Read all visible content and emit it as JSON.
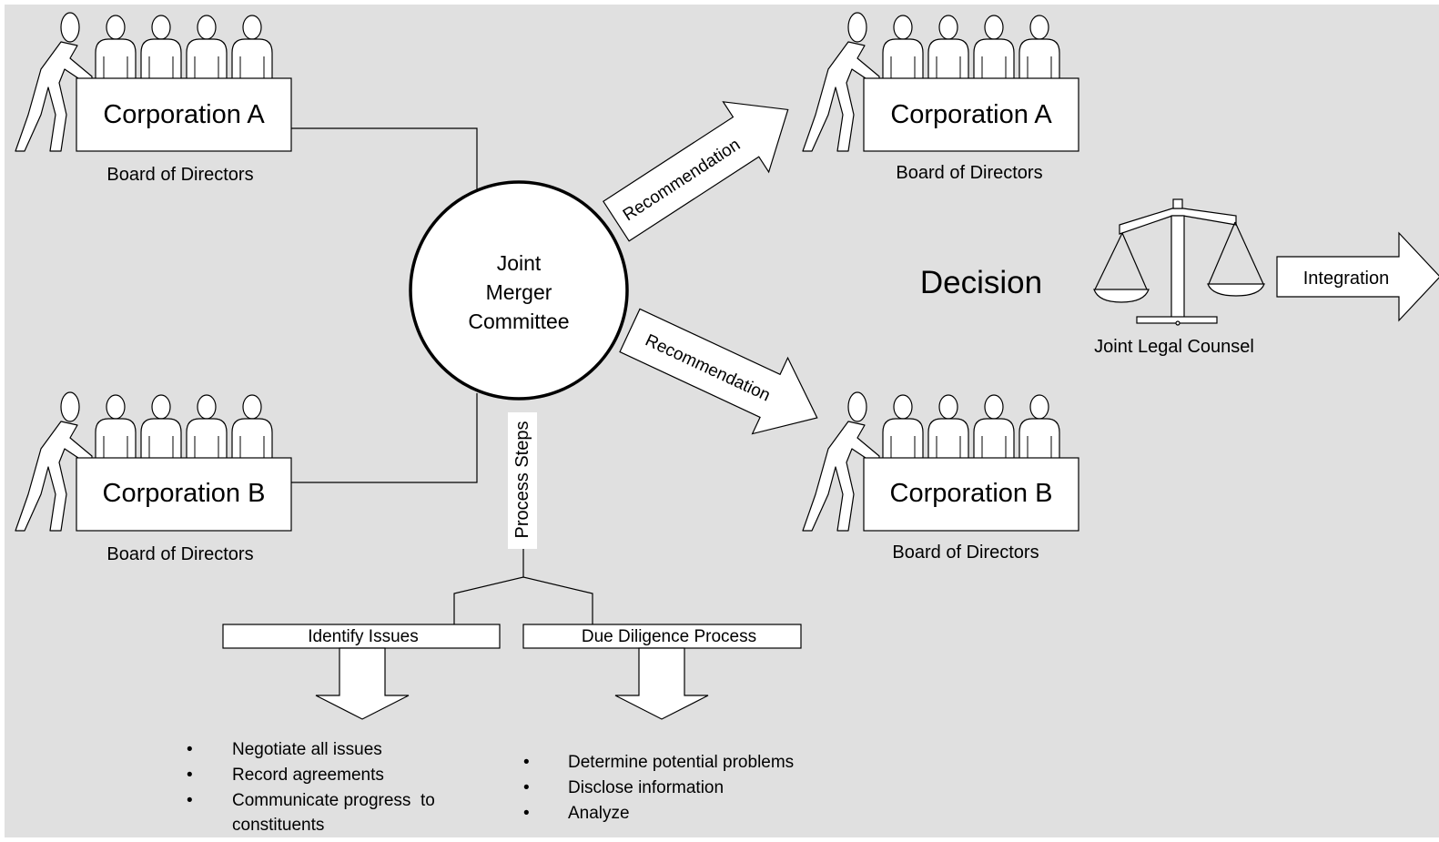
{
  "left_boards": [
    {
      "corporation": "Corporation A",
      "caption": "Board of Directors"
    },
    {
      "corporation": "Corporation B",
      "caption": "Board of Directors"
    }
  ],
  "right_boards": [
    {
      "corporation": "Corporation A",
      "caption": "Board of Directors"
    },
    {
      "corporation": "Corporation B",
      "caption": "Board of Directors"
    }
  ],
  "committee": {
    "lines": [
      "Joint",
      "Merger",
      "Committee"
    ]
  },
  "recommendation_arrows": [
    "Recommendation",
    "Recommendation"
  ],
  "decision_label": "Decision",
  "legal_counsel_label": "Joint Legal Counsel",
  "integration_label": "Integration",
  "process_steps_label": "Process Steps",
  "steps": [
    {
      "title": "Identify Issues",
      "bullets": [
        "Negotiate all issues",
        "Record agreements",
        "Communicate progress  to",
        "constituents"
      ]
    },
    {
      "title": "Due Diligence Process",
      "bullets": [
        "Determine potential problems",
        "Disclose information",
        "Analyze"
      ]
    }
  ],
  "bullet_char": "•",
  "colors": {
    "background": "#e0e0e0",
    "shape_fill": "#ffffff",
    "stroke": "#000000"
  }
}
